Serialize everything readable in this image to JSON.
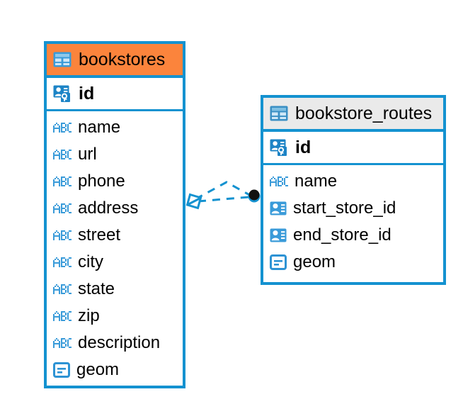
{
  "diagram": {
    "type": "entity-relationship-diagram",
    "colors": {
      "entity_border": "#1492d0",
      "header_accent_selected": "#fb843c",
      "header_accent_default": "#eaeaea",
      "icon_blue": "#3a9bd9",
      "connector": "#1492d0",
      "connector_endpoint": "#111111",
      "background": "#ffffff",
      "text": "#000000"
    },
    "entities": [
      {
        "id": "bookstores",
        "name": "bookstores",
        "header_style": "accent-orange",
        "table_icon": "table-icon",
        "primary_key": {
          "label": "id",
          "icon": "primary-key-icon"
        },
        "fields": [
          {
            "label": "name",
            "icon": "abc-text-icon"
          },
          {
            "label": "url",
            "icon": "abc-text-icon"
          },
          {
            "label": "phone",
            "icon": "abc-text-icon"
          },
          {
            "label": "address",
            "icon": "abc-text-icon"
          },
          {
            "label": "street",
            "icon": "abc-text-icon"
          },
          {
            "label": "city",
            "icon": "abc-text-icon"
          },
          {
            "label": "state",
            "icon": "abc-text-icon"
          },
          {
            "label": "zip",
            "icon": "abc-text-icon"
          },
          {
            "label": "description",
            "icon": "abc-text-icon"
          },
          {
            "label": "geom",
            "icon": "geometry-icon"
          }
        ]
      },
      {
        "id": "bookstore_routes",
        "name": "bookstore_routes",
        "header_style": "accent-gray",
        "table_icon": "table-icon",
        "primary_key": {
          "label": "id",
          "icon": "primary-key-icon"
        },
        "fields": [
          {
            "label": "name",
            "icon": "abc-text-icon"
          },
          {
            "label": "start_store_id",
            "icon": "foreign-key-icon"
          },
          {
            "label": "end_store_id",
            "icon": "foreign-key-icon"
          },
          {
            "label": "geom",
            "icon": "geometry-icon"
          }
        ]
      }
    ],
    "relationships": [
      {
        "from": "bookstores",
        "to": "bookstore_routes",
        "from_marker": "rhombus-marker",
        "to_marker": "filled-circle-marker",
        "line_style": "dashed",
        "edges": 2
      }
    ]
  }
}
